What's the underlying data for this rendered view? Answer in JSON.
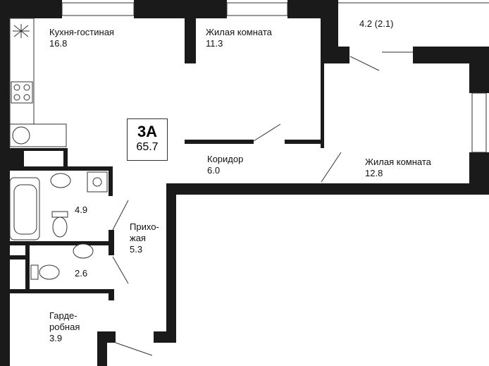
{
  "apartment": {
    "type": "3А",
    "total_area": "65.7"
  },
  "rooms": {
    "kitchen": {
      "name": "Кухня-гостиная",
      "area": "16.8"
    },
    "bedroom1": {
      "name": "Жилая комната",
      "area": "11.3"
    },
    "balcony": {
      "area": "4.2 (2.1)"
    },
    "corridor": {
      "name": "Коридор",
      "area": "6.0"
    },
    "bedroom2": {
      "name": "Жилая комната",
      "area": "12.8"
    },
    "bathroom": {
      "area": "4.9"
    },
    "hall": {
      "name_line1": "Прихо-",
      "name_line2": "жая",
      "area": "5.3"
    },
    "toilet": {
      "area": "2.6"
    },
    "wardrobe": {
      "name_line1": "Гарде-",
      "name_line2": "робная",
      "area": "3.9"
    }
  },
  "colors": {
    "wall": "#1a1a1a",
    "line": "#333333",
    "background": "#ffffff"
  }
}
